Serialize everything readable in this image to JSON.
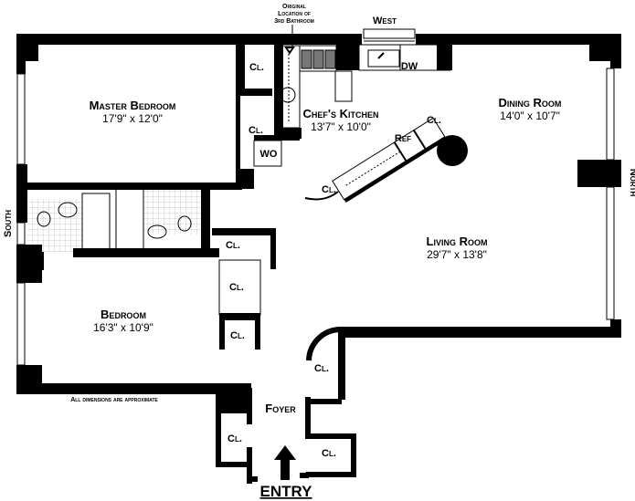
{
  "rooms": {
    "master_bedroom": {
      "name": "Master Bedroom",
      "dims": "17'9\" x 12'0\""
    },
    "chefs_kitchen": {
      "name": "Chef's Kitchen",
      "dims": "13'7\" x 10'0\""
    },
    "dining_room": {
      "name": "Dining Room",
      "dims": "14'0\" x 10'7\""
    },
    "living_room": {
      "name": "Living Room",
      "dims": "29'7\" x 13'8\""
    },
    "bedroom": {
      "name": "Bedroom",
      "dims": "16'3\" x 10'9\""
    },
    "foyer": {
      "name": "Foyer"
    }
  },
  "labels": {
    "closet": "Cl.",
    "wo": "WO",
    "ref": "Ref",
    "dw": "DW",
    "original_location": [
      "Original",
      "Location of",
      "3rd Bathroom"
    ],
    "disclaimer": "All dimensions are approximate",
    "entry": "ENTRY"
  },
  "compass": {
    "west": "West",
    "north": "North",
    "south": "South"
  }
}
